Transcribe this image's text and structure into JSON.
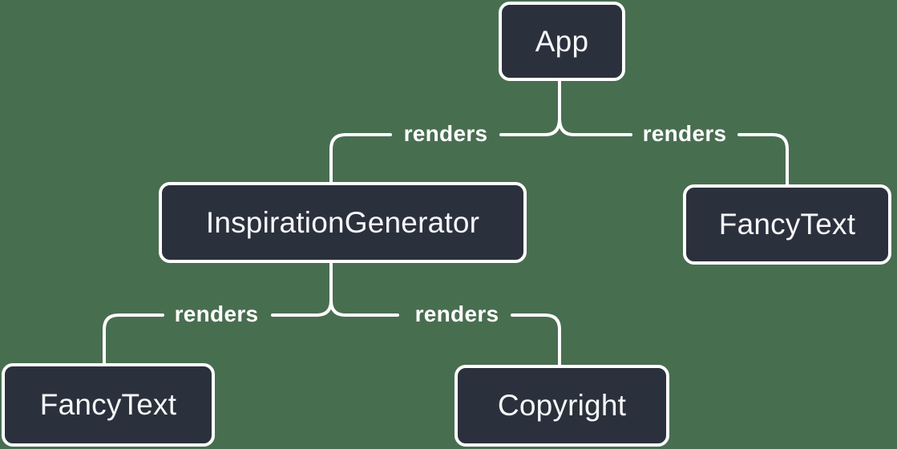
{
  "diagram": {
    "type": "component-render-tree",
    "colors": {
      "background": "#486E50",
      "node_background": "#2B313C",
      "line_and_border": "#FFFFFF",
      "node_text": "#F6F7F9"
    },
    "nodes": [
      {
        "id": "app",
        "label": "App"
      },
      {
        "id": "inspiration-generator",
        "label": "InspirationGenerator"
      },
      {
        "id": "fancy-text-right",
        "label": "FancyText"
      },
      {
        "id": "fancy-text-bottom-left",
        "label": "FancyText"
      },
      {
        "id": "copyright",
        "label": "Copyright"
      }
    ],
    "edges": [
      {
        "from": "App",
        "to": "InspirationGenerator",
        "label": "renders"
      },
      {
        "from": "App",
        "to": "FancyText",
        "label": "renders"
      },
      {
        "from": "InspirationGenerator",
        "to": "FancyText",
        "label": "renders"
      },
      {
        "from": "InspirationGenerator",
        "to": "Copyright",
        "label": "renders"
      }
    ]
  }
}
